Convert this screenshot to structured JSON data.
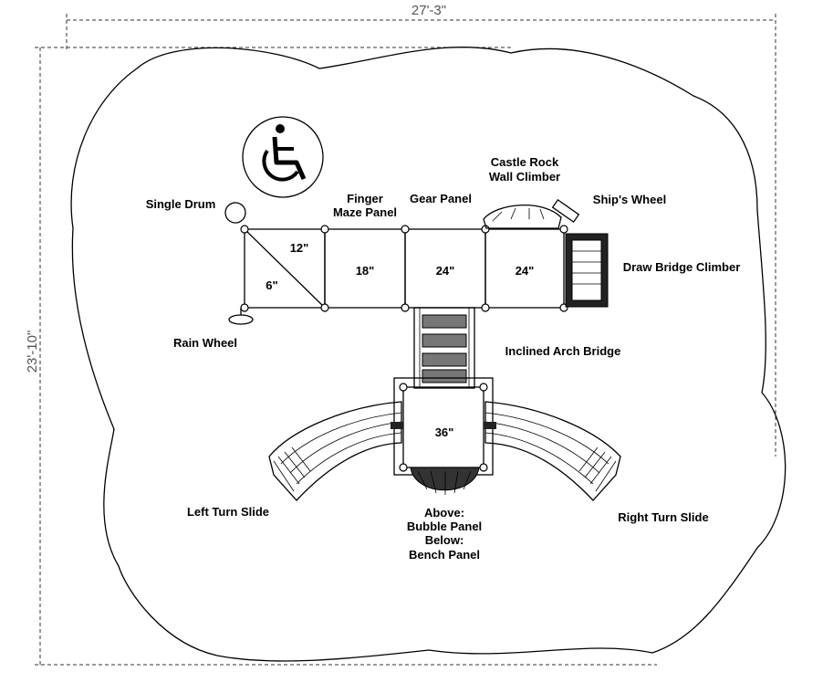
{
  "dimensions": {
    "width_label": "27'-3\"",
    "height_label": "23'-10\""
  },
  "platforms": [
    {
      "id": "a",
      "label_top": "12\"",
      "label_bottom": "6\""
    },
    {
      "id": "b",
      "label": "18\""
    },
    {
      "id": "c",
      "label": "24\""
    },
    {
      "id": "d",
      "label": "24\""
    },
    {
      "id": "e",
      "label": "36\""
    }
  ],
  "components": {
    "single_drum": "Single Drum",
    "finger_maze_1": "Finger",
    "finger_maze_2": "Maze Panel",
    "gear_panel": "Gear Panel",
    "castle_rock_1": "Castle Rock",
    "castle_rock_2": "Wall Climber",
    "ships_wheel": "Ship's Wheel",
    "draw_bridge": "Draw Bridge Climber",
    "rain_wheel": "Rain Wheel",
    "inclined_bridge": "Inclined Arch Bridge",
    "left_slide": "Left Turn Slide",
    "right_slide": "Right Turn Slide",
    "bubble_1": "Above:",
    "bubble_2": "Bubble Panel",
    "bubble_3": "Below:",
    "bubble_4": "Bench Panel"
  },
  "icons": {
    "accessibility": "wheelchair-icon"
  }
}
